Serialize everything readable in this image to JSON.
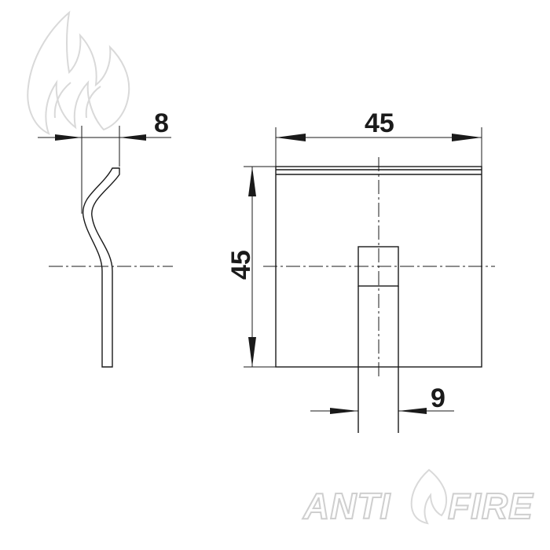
{
  "dimensions": {
    "side_thickness": "8",
    "top_width": "45",
    "left_height": "45",
    "slot_width": "9"
  },
  "brand": {
    "left_word": "ANTI",
    "right_word": "FIRE"
  },
  "colors": {
    "ink": "#1a1a1a",
    "watermark": "#d0d0d0"
  }
}
